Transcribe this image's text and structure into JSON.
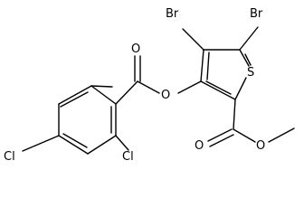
{
  "molecule": {
    "atoms": [
      {
        "id": "O_carbonyl_ester1",
        "label": "O"
      },
      {
        "id": "O_link",
        "label": "O"
      },
      {
        "id": "Br_a",
        "label": "Br"
      },
      {
        "id": "Br_b",
        "label": "Br"
      },
      {
        "id": "S_ring",
        "label": "S"
      },
      {
        "id": "Cl_ring_left",
        "label": "Cl"
      },
      {
        "id": "Cl_ring_right",
        "label": "Cl"
      },
      {
        "id": "O_carbonyl_ester2",
        "label": "O"
      },
      {
        "id": "O_methoxy",
        "label": "O"
      }
    ]
  }
}
